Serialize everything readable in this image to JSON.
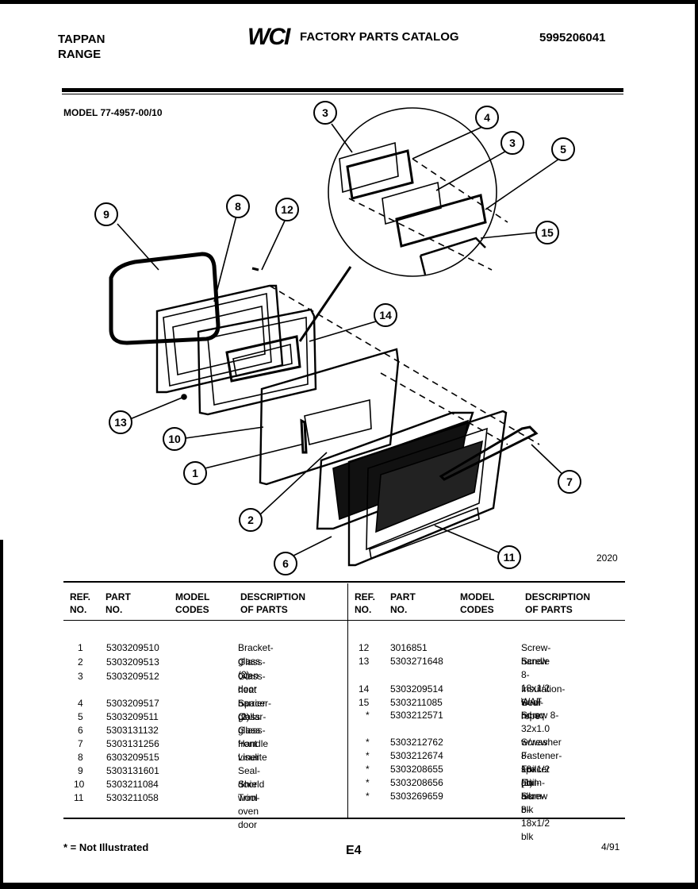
{
  "header": {
    "brand_line1": "TAPPAN",
    "brand_line2": "RANGE",
    "logo": "WCI",
    "catalog_title": "FACTORY PARTS CATALOG",
    "catalog_number": "5995206041"
  },
  "model": "MODEL 77-4957-00/10",
  "diagram": {
    "code": "2020",
    "callouts": [
      "9",
      "8",
      "12",
      "3",
      "4",
      "3",
      "5",
      "15",
      "14",
      "13",
      "10",
      "1",
      "2",
      "6",
      "11",
      "7"
    ]
  },
  "columns": {
    "ref": "REF.\nNO.",
    "part": "PART\nNO.",
    "model_codes": "MODEL\nCODES",
    "description": "DESCRIPTION\nOF PARTS"
  },
  "parts_left": [
    {
      "ref": "1",
      "part": "5303209510",
      "desc": "Bracket-glass (2)"
    },
    {
      "ref": "2",
      "part": "5303209513",
      "desc": "Glass-oven door"
    },
    {
      "ref": "3",
      "part": "5303209512",
      "desc": "Glass-heat barrier\n(2)"
    },
    {
      "ref": "4",
      "part": "5303209517",
      "desc": "Spacer-glass"
    },
    {
      "ref": "5",
      "part": "5303209511",
      "desc": "Collar-glass"
    },
    {
      "ref": "6",
      "part": "5303131132",
      "desc": "Glass-front visulite"
    },
    {
      "ref": "7",
      "part": "5303131256",
      "desc": "Handle"
    },
    {
      "ref": "8",
      "part": "6303209515",
      "desc": "Liner"
    },
    {
      "ref": "9",
      "part": "5303131601",
      "desc": "Seal-door"
    },
    {
      "ref": "10",
      "part": "5303211084",
      "desc": "Shield wool"
    },
    {
      "ref": "11",
      "part": "5303211058",
      "desc": "Trim-oven door"
    }
  ],
  "parts_right": [
    {
      "ref": "12",
      "part": "3016851",
      "desc": "Screw-handle"
    },
    {
      "ref": "13",
      "part": "5303271648",
      "desc": "Screw 8-18x1/2\nWAF hd sq"
    },
    {
      "ref": "14",
      "part": "5303209514",
      "desc": "Insulation-wool"
    },
    {
      "ref": "15",
      "part": "5303211085",
      "desc": "Seal-rope"
    },
    {
      "ref": "*",
      "part": "5303212571",
      "desc": "Screw 8-32x1.0\nw/washer"
    },
    {
      "ref": "*",
      "part": "5303212762",
      "desc": "Screw 8-18x1/2 ph"
    },
    {
      "ref": "*",
      "part": "5303212674",
      "desc": "Fastener-spacer (1)"
    },
    {
      "ref": "*",
      "part": "5303208655",
      "desc": "Foil-alum-blk"
    },
    {
      "ref": "*",
      "part": "5303208656",
      "desc": "Foil-alum-blk"
    },
    {
      "ref": "*",
      "part": "5303269659",
      "desc": "Screw 8-18x1/2 blk"
    }
  ],
  "footer": {
    "note": "* = Not Illustrated",
    "page": "E4",
    "date": "4/91"
  }
}
